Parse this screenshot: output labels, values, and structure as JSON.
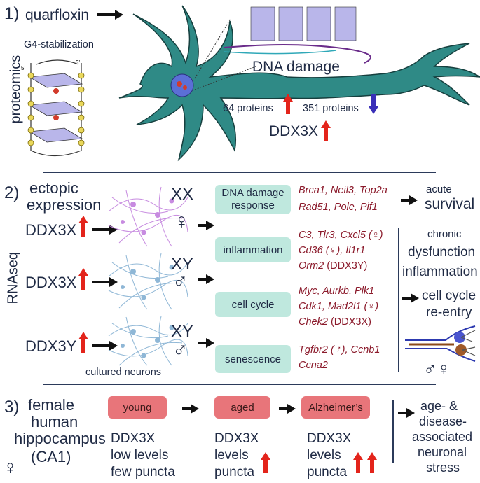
{
  "panel1": {
    "number": "1)",
    "side_label": "proteomics",
    "drug": "quarfloxin",
    "g4_title": "G4-stabilization",
    "dna_damage": "DNA damage",
    "up_proteins": "64 proteins",
    "down_proteins": "351 proteins",
    "ddx3x": "DDX3X"
  },
  "panel2": {
    "number": "2)",
    "side_label": "RNAseq",
    "ectopic_line1": "ectopic",
    "ectopic_line2": "expression",
    "row1_gene": "DDX3X",
    "row2_gene": "DDX3X",
    "row3_gene": "DDX3Y",
    "xx": "XX",
    "xy1": "XY",
    "xy2": "XY",
    "female": "♀",
    "male1": "♂",
    "male2": "♂",
    "cultured": "cultured neurons",
    "pathways": [
      {
        "line1": "DNA damage",
        "line2": "response"
      },
      {
        "line1": "inflammation",
        "line2": ""
      },
      {
        "line1": "cell cycle",
        "line2": ""
      },
      {
        "line1": "senescence",
        "line2": ""
      }
    ],
    "genes_ddr_1": "Brca1, Neil3, Top2a",
    "genes_ddr_2": "Rad51, Pole, Pif1",
    "genes_inf_1": "C3, Tlr3, Cxcl5 (♀)",
    "genes_inf_2": "Cd36 (♀), Il1r1",
    "genes_inf_3a": "Orm2",
    "genes_inf_3b": " (DDX3Y)",
    "genes_cc_1": "Myc, Aurkb, Plk1",
    "genes_cc_2": "Cdk1, Mad2l1 (♀)",
    "genes_cc_3a": "Chek2",
    "genes_cc_3b": " (DDX3X)",
    "genes_sen_1": "Tgfbr2 (♂), Ccnb1",
    "genes_sen_2": "Ccna2",
    "acute": "acute",
    "survival": "survival",
    "chronic": "chronic",
    "dysfunction": "dysfunction",
    "inflammation": "inflammation",
    "cell_cycle_1": "cell cycle",
    "cell_cycle_2": "re-entry",
    "sexes": "♂♀"
  },
  "panel3": {
    "number": "3)",
    "title_1": "female",
    "title_2": "human",
    "title_3": "hippocampus",
    "title_4": "(CA1)",
    "female": "♀",
    "stages": [
      "young",
      "aged",
      "Alzheimer’s"
    ],
    "young_1": "DDX3X",
    "young_2": "low levels",
    "young_3": "few puncta",
    "aged_1": "DDX3X",
    "aged_2": "levels",
    "aged_3": "puncta",
    "ad_1": "DDX3X",
    "ad_2": "levels",
    "ad_3": "puncta",
    "outcome_1": "age- &",
    "outcome_2": "disease-",
    "outcome_3": "associated",
    "outcome_4": "neuronal",
    "outcome_5": "stress"
  },
  "colors": {
    "up_arrow": "#e3241b",
    "down_arrow": "#3a2fb8",
    "neuron": "#2f8a86",
    "box_teal": "#bfe8de",
    "box_red": "#e8757a",
    "gene_text": "#8b1a2b"
  }
}
